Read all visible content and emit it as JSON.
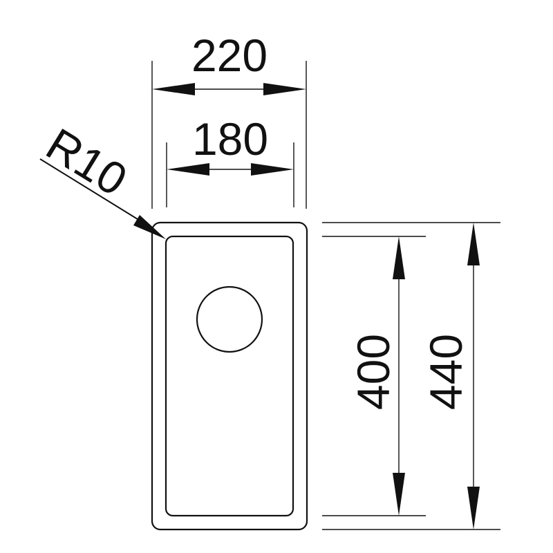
{
  "dimensions": {
    "outer_width": "220",
    "inner_width": "180",
    "corner_radius": "R10",
    "inner_length": "400",
    "outer_length": "440"
  },
  "colors": {
    "line": "#111111",
    "background": "#ffffff"
  }
}
